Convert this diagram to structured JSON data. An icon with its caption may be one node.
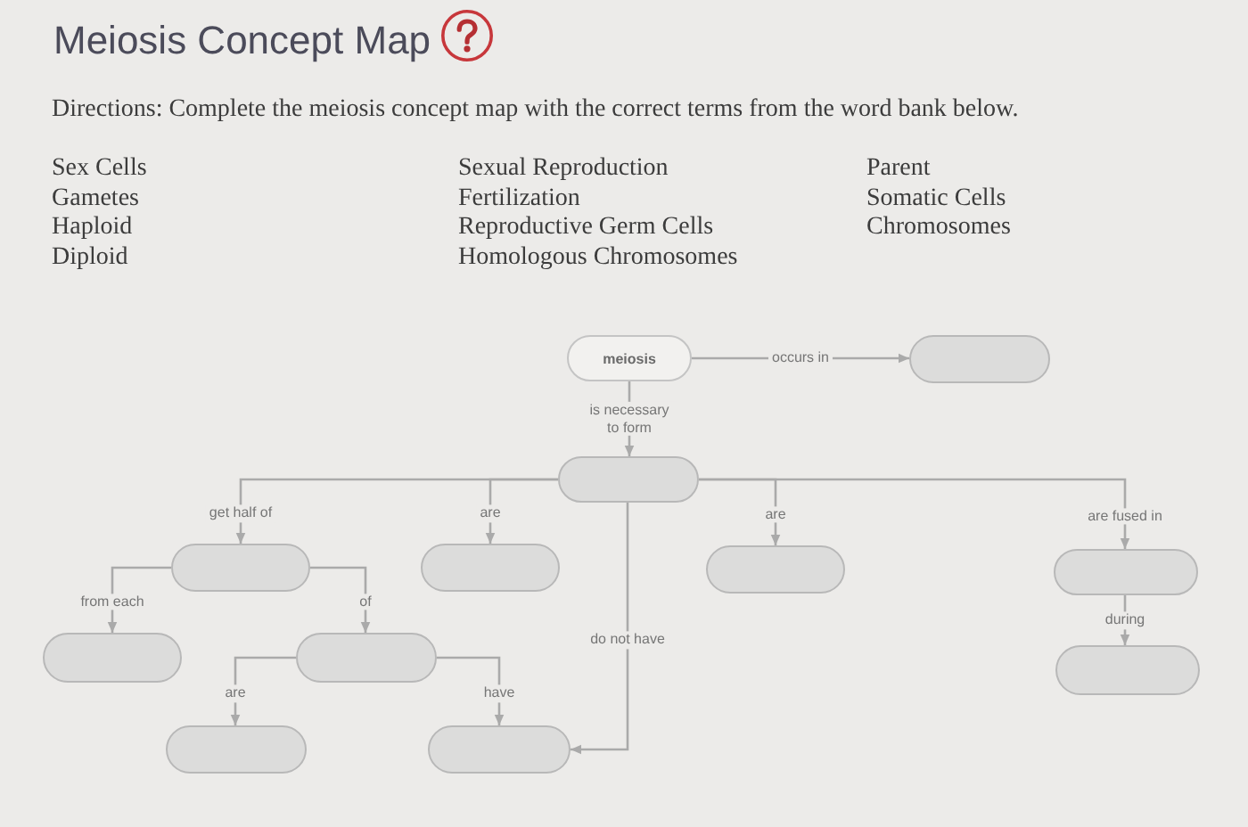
{
  "diagram": {
    "title": "Meiosis Concept Map",
    "nodes": [
      {
        "text": [
          "meiosis"
        ]
      },
      {
        "text": [],
        "shape": "pill"
      },
      {
        "text": [],
        "shape": "pill"
      },
      {
        "text": [],
        "shape": "pill"
      },
      {
        "text": [],
        "shape": "pill"
      },
      {
        "text": [],
        "shape": "pill"
      },
      {
        "text": [],
        "shape": "pill"
      },
      {
        "text": [],
        "shape": "pill"
      },
      {
        "text": [],
        "shape": "pill"
      },
      {
        "text": [],
        "shape": "pill"
      },
      {
        "text": [],
        "shape": "pill"
      },
      {
        "text": [],
        "shape": "pill"
      }
    ],
    "edges": [
      {
        "from": 0,
        "to": 1,
        "arrow": "to",
        "label": "occurs in"
      },
      {
        "from": 0,
        "to": 2,
        "arrow": "to",
        "label": "is necessary to form"
      },
      {
        "from": 2,
        "to": 3,
        "arrow": "to",
        "label": "get half of"
      },
      {
        "from": 2,
        "to": 4,
        "arrow": "to",
        "label": "are"
      },
      {
        "from": 2,
        "to": 5,
        "arrow": "to",
        "label": "are"
      },
      {
        "from": 2,
        "to": 6,
        "arrow": "to",
        "label": "are fused in"
      },
      {
        "from": 2,
        "to": 11,
        "arrow": "to",
        "label": "do not have"
      },
      {
        "from": 3,
        "to": 7,
        "arrow": "to",
        "label": "from each"
      },
      {
        "from": 3,
        "to": 8,
        "arrow": "to",
        "label": "of"
      },
      {
        "from": 8,
        "to": 10,
        "arrow": "to",
        "label": "are"
      },
      {
        "from": 8,
        "to": 11,
        "arrow": "to",
        "label": "have"
      },
      {
        "from": 6,
        "to": 9,
        "arrow": "to",
        "label": "during"
      }
    ],
    "labels": [
      "Directions: Complete the meiosis concept map with the correct terms from the word bank below.",
      "Sex Cells",
      "Sexual Reproduction",
      "Parent",
      "Gametes",
      "Fertilization",
      "Somatic Cells",
      "Haploid",
      "Reproductive Germ Cells",
      "Chromosomes",
      "Diploid",
      "Homologous Chromosomes"
    ]
  }
}
